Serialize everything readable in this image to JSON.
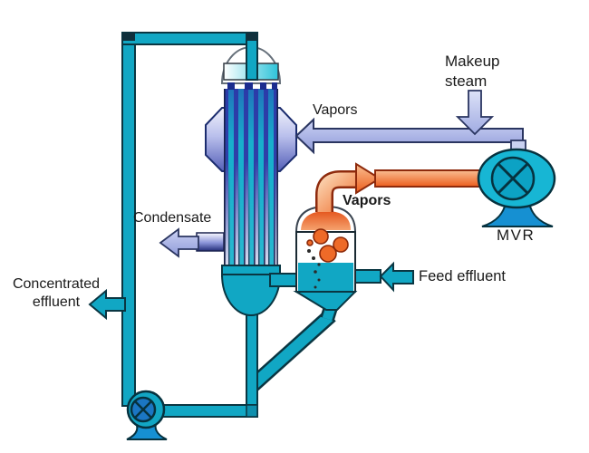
{
  "labels": {
    "makeup_steam": "Makeup steam",
    "vapors_recycle": "Vapors",
    "vapors_from_separator": "Vapors",
    "condensate": "Condensate",
    "concentrated_effluent": "Concentrated effluent",
    "feed_effluent": "Feed effluent",
    "mvr": "MVR"
  },
  "colors": {
    "teal": "#11A7C4",
    "teal_outline": "#0A3642",
    "lavender": "#AEB8E8",
    "lavender_outline": "#2A3560",
    "orange": "#EE6A28",
    "orange_outline": "#8E2A0C",
    "tube_navy": "#2E3FA8",
    "tube_teal": "#18AFCC",
    "base_blue": "#1690D2",
    "text": "#1A1A1A",
    "background": "#FFFFFF"
  }
}
